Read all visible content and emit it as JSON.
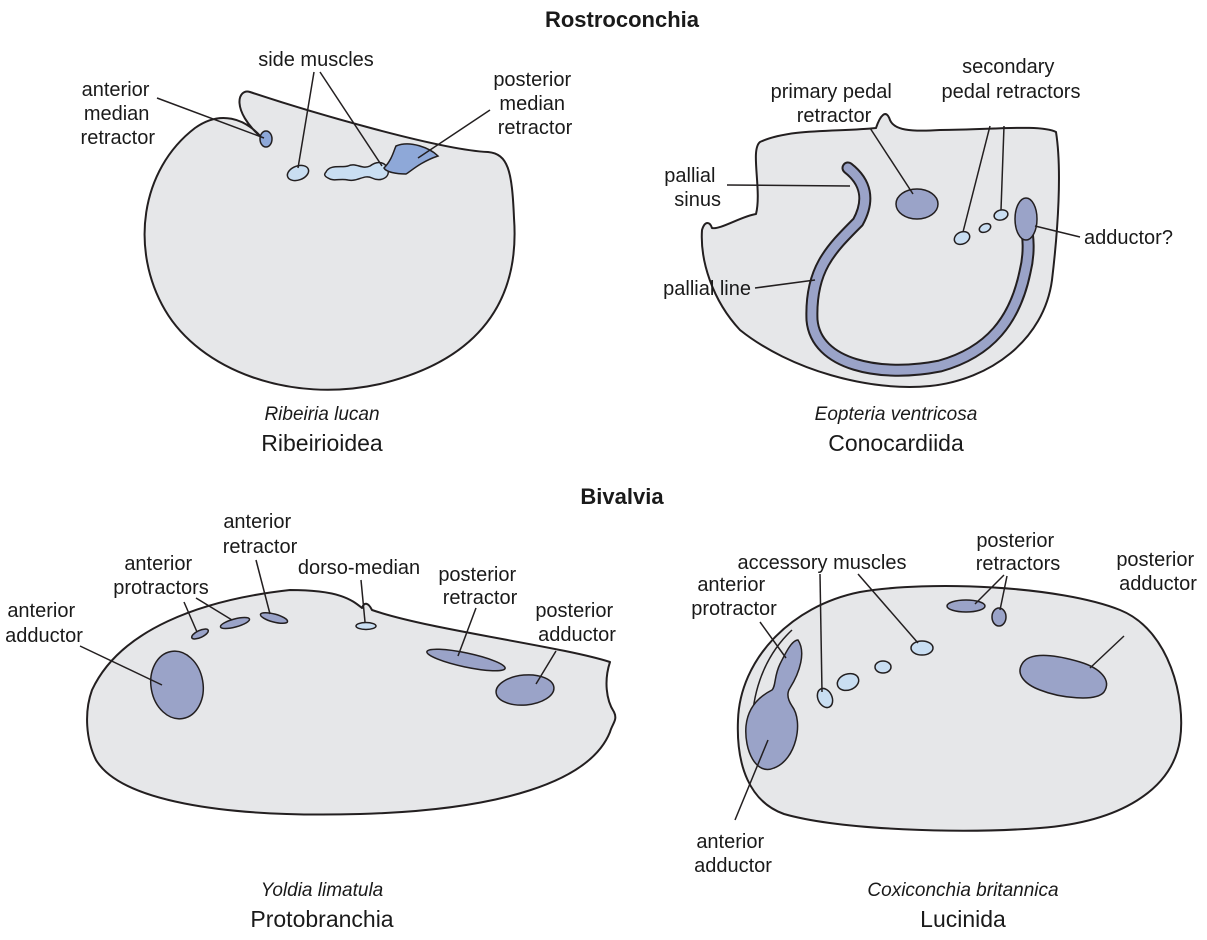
{
  "sections": {
    "top_title": "Rostroconchia",
    "bottom_title": "Bivalvia"
  },
  "panels": {
    "ribeiria": {
      "species": "Ribeiria lucan",
      "group": "Ribeirioidea",
      "labels": {
        "anterior_median_retractor": [
          "anterior",
          "median",
          "retractor"
        ],
        "side_muscles": "side muscles",
        "posterior_median_retractor": [
          "posterior",
          "median",
          "retractor"
        ]
      }
    },
    "eopteria": {
      "species": "Eopteria ventricosa",
      "group": "Conocardiida",
      "labels": {
        "primary_pedal_retractor": [
          "primary pedal",
          "retractor"
        ],
        "secondary_pedal_retractors": [
          "secondary",
          "pedal retractors"
        ],
        "pallial_sinus": [
          "pallial",
          "sinus"
        ],
        "pallial_line": "pallial line",
        "adductor": "adductor?"
      }
    },
    "yoldia": {
      "species": "Yoldia limatula",
      "group": "Protobranchia",
      "labels": {
        "anterior_retractor": [
          "anterior",
          "retractor"
        ],
        "anterior_protractors": [
          "anterior",
          "protractors"
        ],
        "dorso_median": "dorso-median",
        "anterior_adductor": [
          "anterior",
          "adductor"
        ],
        "posterior_retractor": [
          "posterior",
          "retractor"
        ],
        "posterior_adductor": [
          "posterior",
          "adductor"
        ]
      }
    },
    "coxiconchia": {
      "species": "Coxiconchia britannica",
      "group": "Lucinida",
      "labels": {
        "accessory_muscles": "accessory muscles",
        "posterior_retractors": [
          "posterior",
          "retractors"
        ],
        "posterior_adductor": [
          "posterior",
          "adductor"
        ],
        "anterior_protractor": [
          "anterior",
          "protractor"
        ],
        "anterior_adductor": [
          "anterior",
          "adductor"
        ]
      }
    }
  },
  "colors": {
    "shell_fill": "#e6e7e9",
    "scar_dark": "#9aa3c8",
    "scar_light": "#c9def2",
    "outline": "#231f20"
  }
}
